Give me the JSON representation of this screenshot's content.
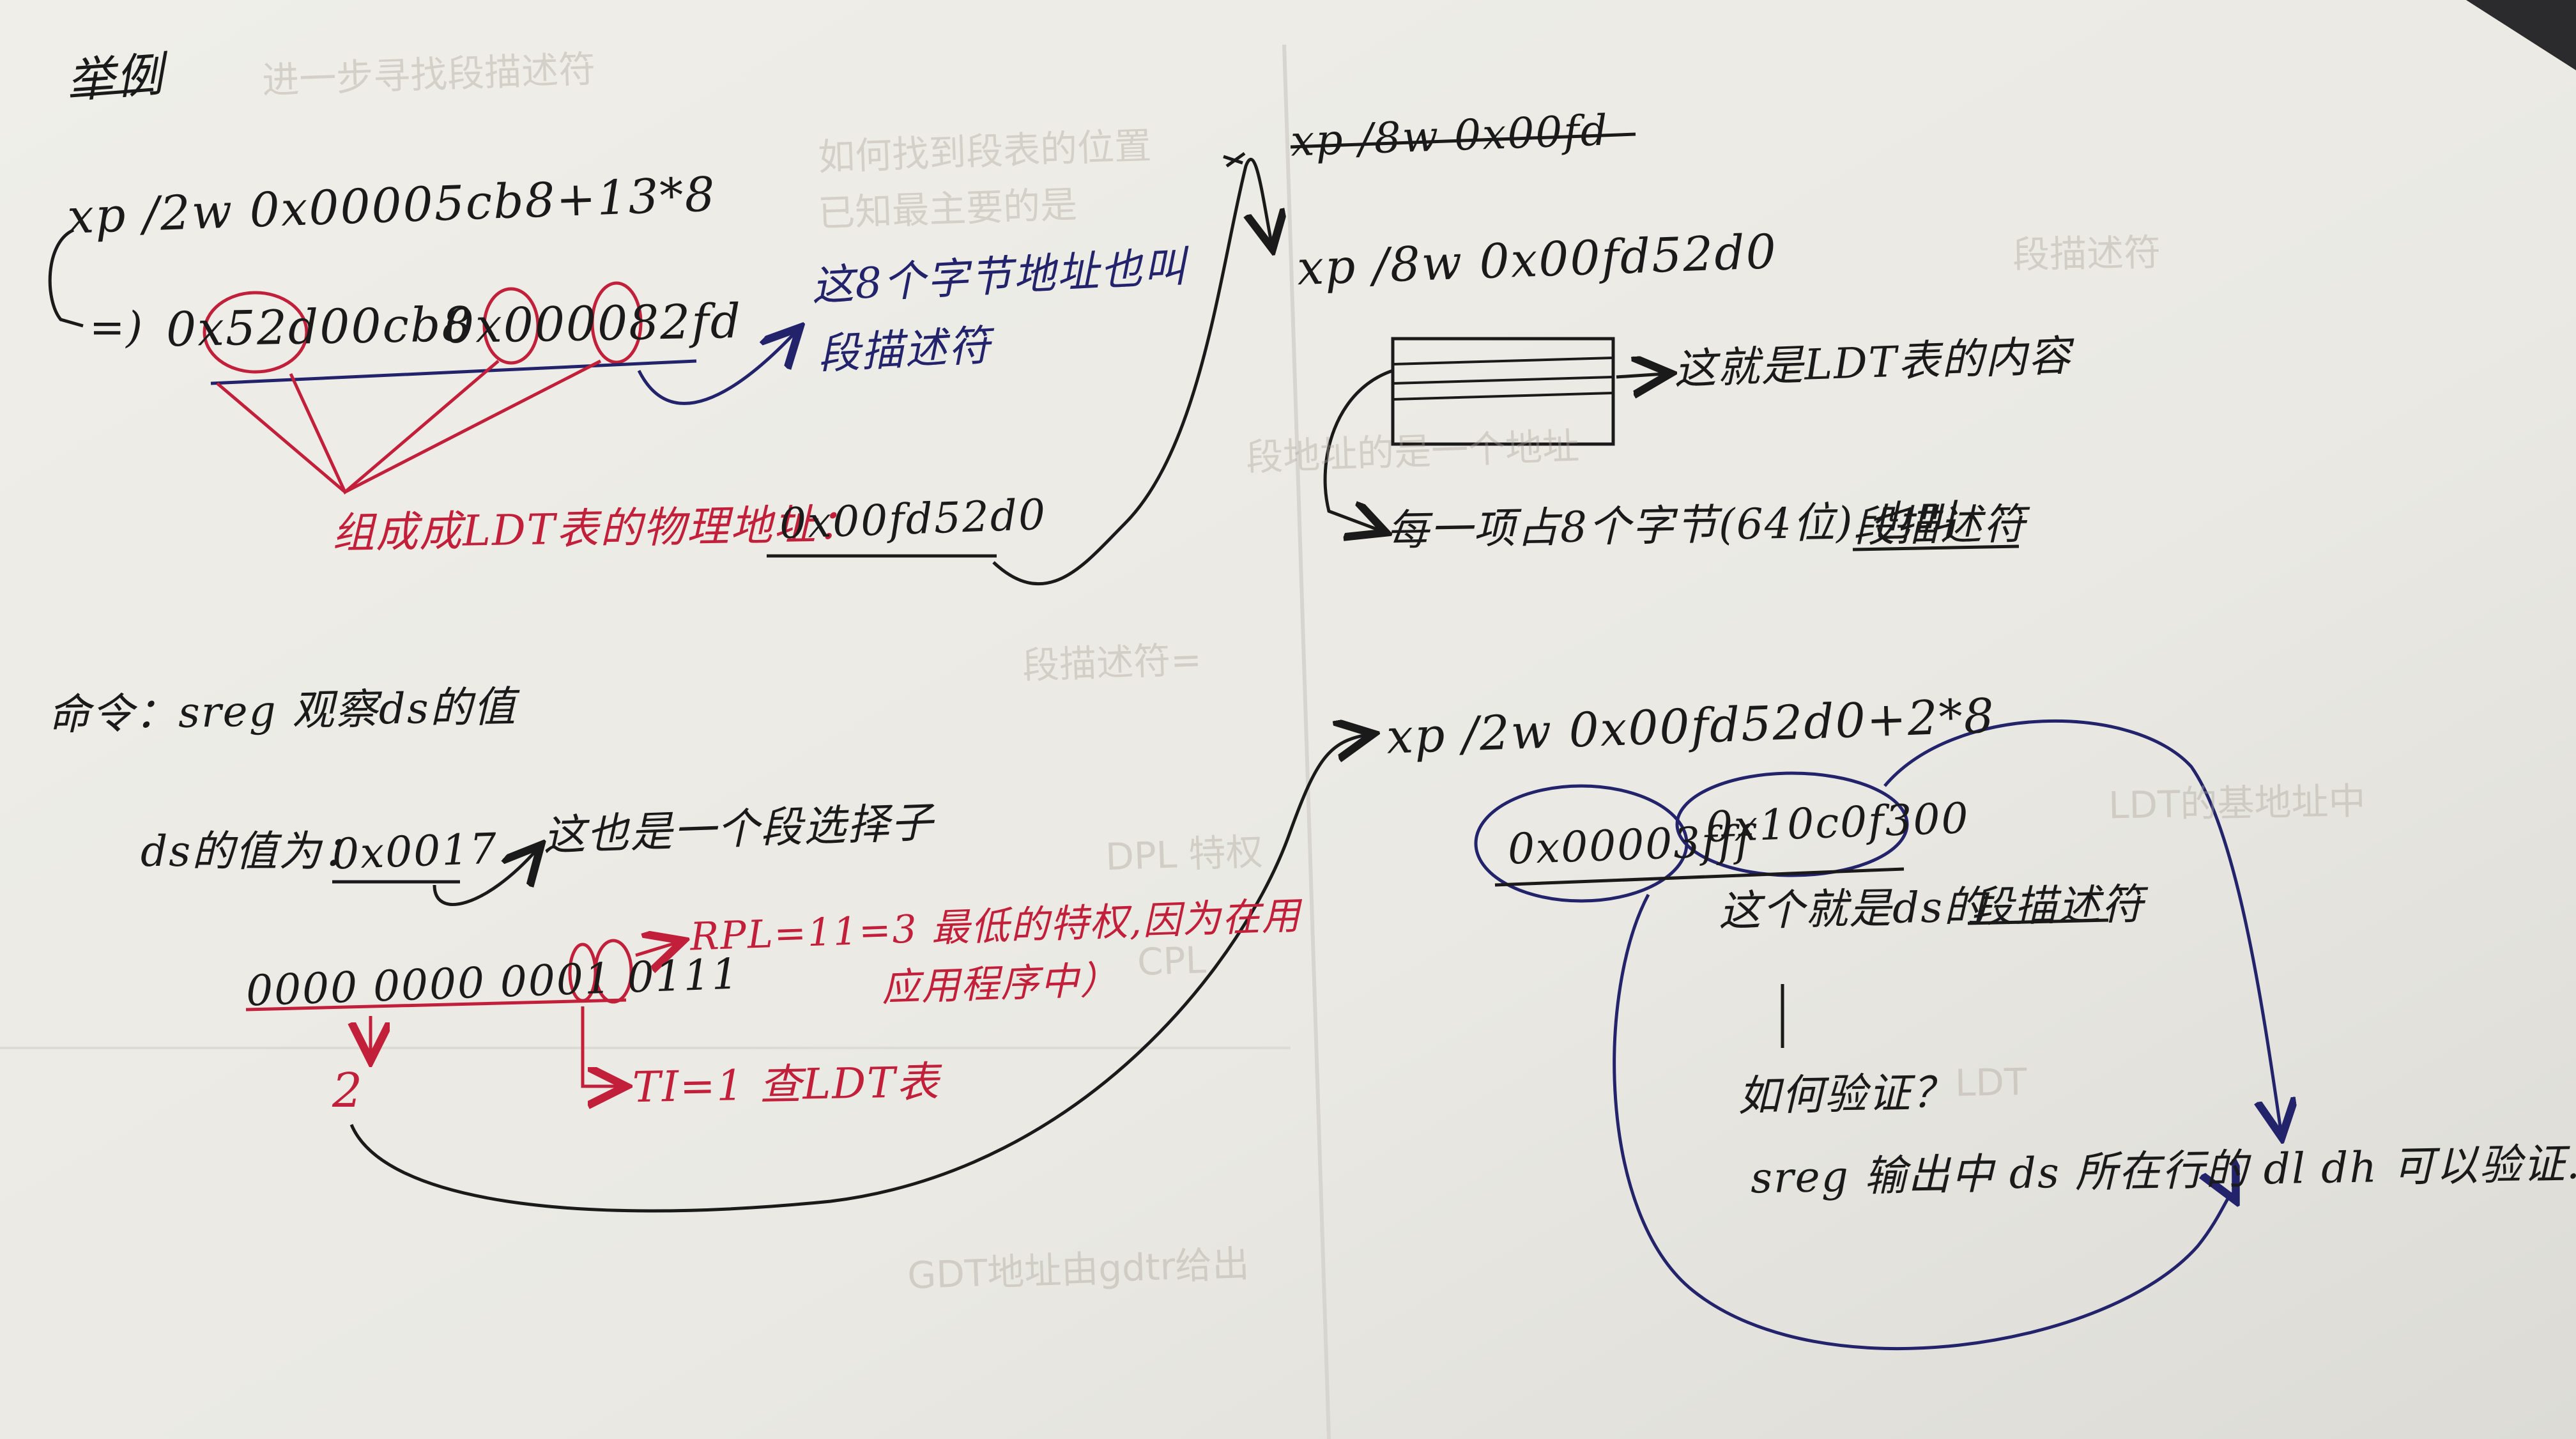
{
  "notes": {
    "heading": "举例",
    "cmd1": "xp /2w 0x00005cb8+13*8",
    "arrow1": "=)",
    "val1a": "0x52d00cb8",
    "val1b": "0x000082fd",
    "desc8": "这8个字节地址也叫",
    "desc8b": "段描述符",
    "ldt_addr_label": "组成成LDT表的物理地址：",
    "ldt_addr_value": "0x00fd52d0",
    "cmd2_strike": "xp /8w 0x00fd",
    "cmd2": "xp /8w 0x00fd52d0",
    "ldt_content": "这就是LDT表的内容",
    "each8": "每一项占8个字节(64位) 也叫",
    "each8_term": "段描述符",
    "sreg_cmd": "命令：sreg 观察ds的值",
    "ds_value_label": "ds的值为：",
    "ds_value": "0x0017",
    "selector_note": "这也是一个段选择子",
    "binary": "0000 0000 0001 0111",
    "rpl_note": "RPL=11=3 最低的特权,因为在用",
    "rpl_note2": "应用程序中）",
    "index_val": "2",
    "ti_note": "TI=1 查LDT表",
    "cmd3": "xp /2w 0x00fd52d0+2*8",
    "val3a": "0x00003fff",
    "val3b": "0x10c0f300",
    "ds_desc": "这个就是ds的",
    "ds_desc_term": "段描述符",
    "verify_q": "如何验证？",
    "verify_a": "sreg 输出中 ds 所在行的 dl dh 可以验证."
  },
  "ghost_text": {
    "g1": "进一步寻找段描述符",
    "g2": "如何找到段表的位置",
    "g3": "已知最主要的是",
    "g4": "段地址的是一个地址",
    "g5": "段描述符",
    "g6": "段描述符=",
    "g7": "DPL  特权",
    "g8": "LDT的基地址中",
    "g9": "CPL",
    "g10": "GDT地址由gdtr给出",
    "g11": "LDT"
  },
  "colors": {
    "paper": "#ecebe6",
    "paper_shade": "#e2e1dc",
    "background": "#2b2b2d",
    "ink_black": "#1a1a1a",
    "ink_red": "#c2203a",
    "ink_blue": "#23236b"
  }
}
